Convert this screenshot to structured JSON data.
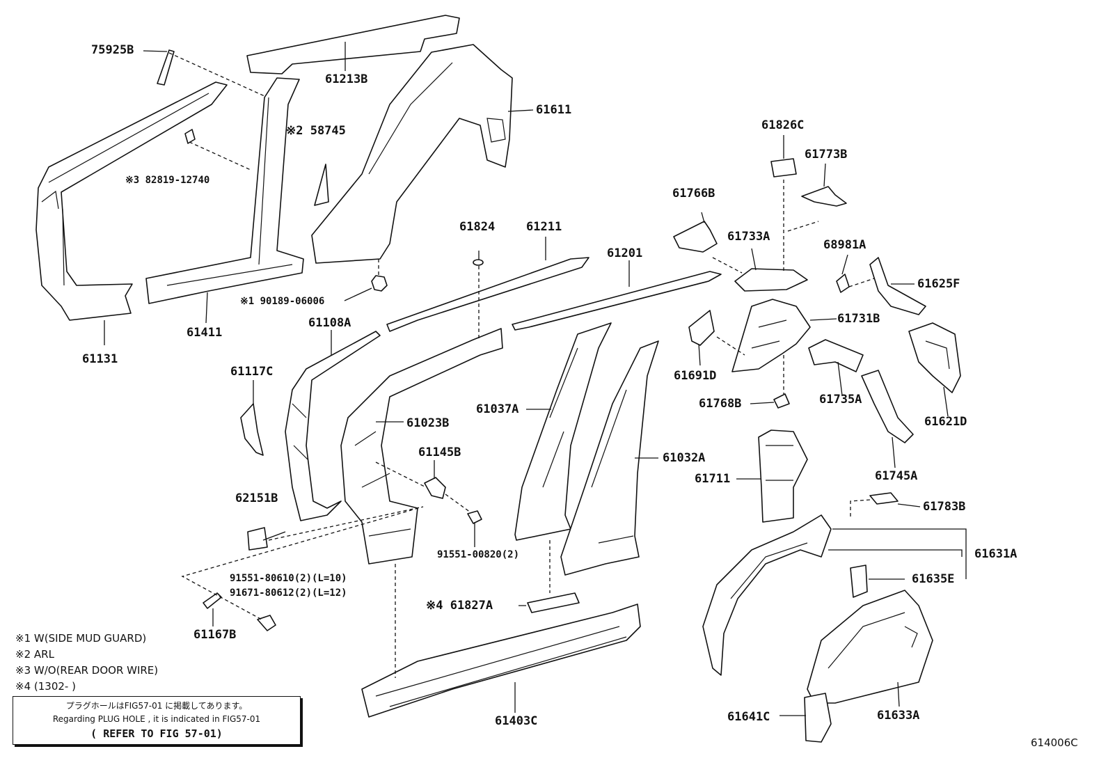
{
  "labels": {
    "p75925B": "75925B",
    "p61213B": "61213B",
    "p61611": "61611",
    "p58745": "※2 58745",
    "p82819": "※3 82819-12740",
    "p90189": "※1 90189-06006",
    "p61131": "61131",
    "p61411": "61411",
    "p61826C": "61826C",
    "p61773B": "61773B",
    "p61766B": "61766B",
    "p61824": "61824",
    "p61211": "61211",
    "p61201": "61201",
    "p61733A": "61733A",
    "p68981A": "68981A",
    "p61625F": "61625F",
    "p61731B": "61731B",
    "p61108A": "61108A",
    "p61117C": "61117C",
    "p61023B": "61023B",
    "p61037A": "61037A",
    "p61691D": "61691D",
    "p61768B": "61768B",
    "p61735A": "61735A",
    "p61621D": "61621D",
    "p61145B": "61145B",
    "p61032A": "61032A",
    "p61711": "61711",
    "p61745A": "61745A",
    "p62151B": "62151B",
    "p61783B": "61783B",
    "p91551_00820": "91551-00820(2)",
    "p61631A": "61631A",
    "p91551_80610": "91551-80610(2)(L=10)",
    "p91671_80612": "91671-80612(2)(L=12)",
    "p61635E": "61635E",
    "p61827A": "※4 61827A",
    "p61167B": "61167B",
    "p61403C": "61403C",
    "p61641C": "61641C",
    "p61633A": "61633A"
  },
  "notes": [
    "※1 W(SIDE MUD GUARD)",
    "※2 ARL",
    "※3 W/O(REAR DOOR WIRE)",
    "※4 (1302-      )"
  ],
  "reference_box": {
    "line1": "プラグホールはFIG57-01 に掲載してあります。",
    "line2": "Regarding PLUG HOLE , it is indicated in FIG57-01",
    "line3": "( REFER TO FIG 57-01)"
  },
  "figure_code": "614006C"
}
